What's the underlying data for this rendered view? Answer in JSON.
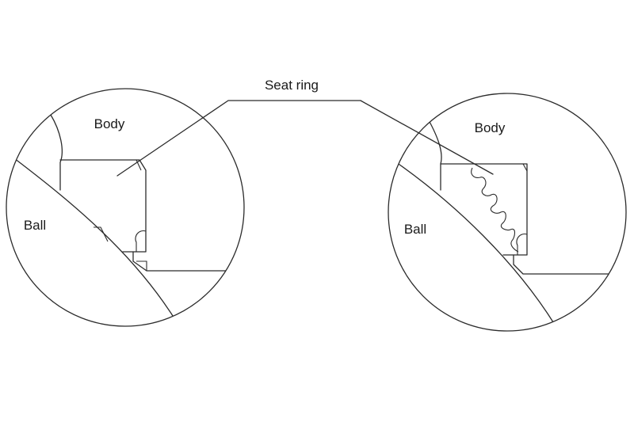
{
  "labels": {
    "seat_ring": "Seat ring",
    "left_body": "Body",
    "left_ball": "Ball",
    "right_body": "Body",
    "right_ball": "Ball"
  }
}
